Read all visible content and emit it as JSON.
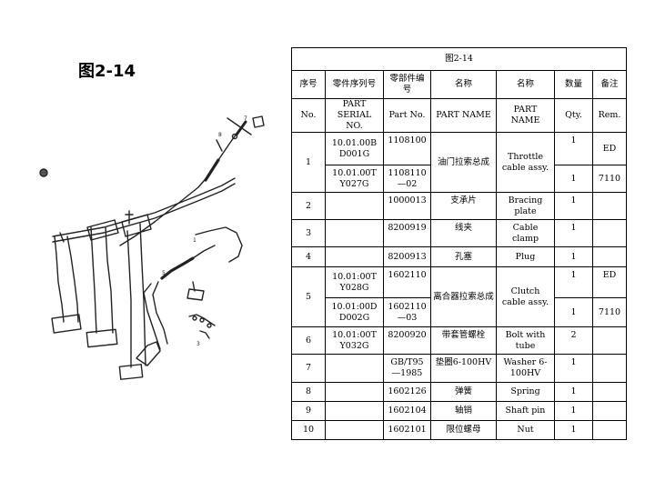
{
  "figure_label": "图2-14",
  "table": {
    "caption": "图2-14",
    "header_cn": [
      "序号",
      "零件序列号",
      "零部件编号",
      "名称",
      "名称",
      "数量",
      "备注"
    ],
    "header_en": [
      "No.",
      "PART SERIAL NO.",
      "Part No.",
      "PART NAME",
      "PART NAME",
      "Qty.",
      "Rem."
    ],
    "rows": {
      "r1a": {
        "no": "1",
        "serial": "10.01.00B D001G",
        "part": "1108100",
        "cn": "油门拉索总成",
        "en": "Throttle cable assy.",
        "qty": "1",
        "rem": "ED"
      },
      "r1b": {
        "serial": "10.01.00T Y027G",
        "part": "1108110 —02",
        "qty": "1",
        "rem": "7110"
      },
      "r2": {
        "no": "2",
        "part": "1000013",
        "cn": "支承片",
        "en": "Bracing plate",
        "qty": "1"
      },
      "r3": {
        "no": "3",
        "part": "8200919",
        "cn": "线夹",
        "en": "Cable clamp",
        "qty": "1"
      },
      "r4": {
        "no": "4",
        "part": "8200913",
        "cn": "孔塞",
        "en": "Plug",
        "qty": "1"
      },
      "r5a": {
        "no": "5",
        "serial": "10.01:00T Y028G",
        "part": "1602110",
        "cn": "离合器拉索总成",
        "en": "Clutch cable assy.",
        "qty": "1",
        "rem": "ED"
      },
      "r5b": {
        "serial": "10.01:00D D002G",
        "part": "1602110 —03",
        "qty": "1",
        "rem": "7110"
      },
      "r6": {
        "no": "6",
        "serial": "10.01:00T Y032G",
        "part": "8200920",
        "cn": "带套管螺栓",
        "en": "Bolt with tube",
        "qty": "2"
      },
      "r7": {
        "no": "7",
        "part": "GB/T95 —1985",
        "cn": "垫圈6-100HV",
        "en": "Washer 6-100HV",
        "qty": "1"
      },
      "r8": {
        "no": "8",
        "part": "1602126",
        "cn": "弹簧",
        "en": "Spring",
        "qty": "1"
      },
      "r9": {
        "no": "9",
        "part": "1602104",
        "cn": "轴销",
        "en": "Shaft pin",
        "qty": "1"
      },
      "r10": {
        "no": "10",
        "part": "1602101",
        "cn": "限位螺母",
        "en": "Nut",
        "qty": "1"
      }
    }
  },
  "diagram": {
    "callouts": {
      "c7": "7",
      "c8": "8",
      "c1": "1",
      "c5": "5",
      "c3": "3"
    }
  }
}
